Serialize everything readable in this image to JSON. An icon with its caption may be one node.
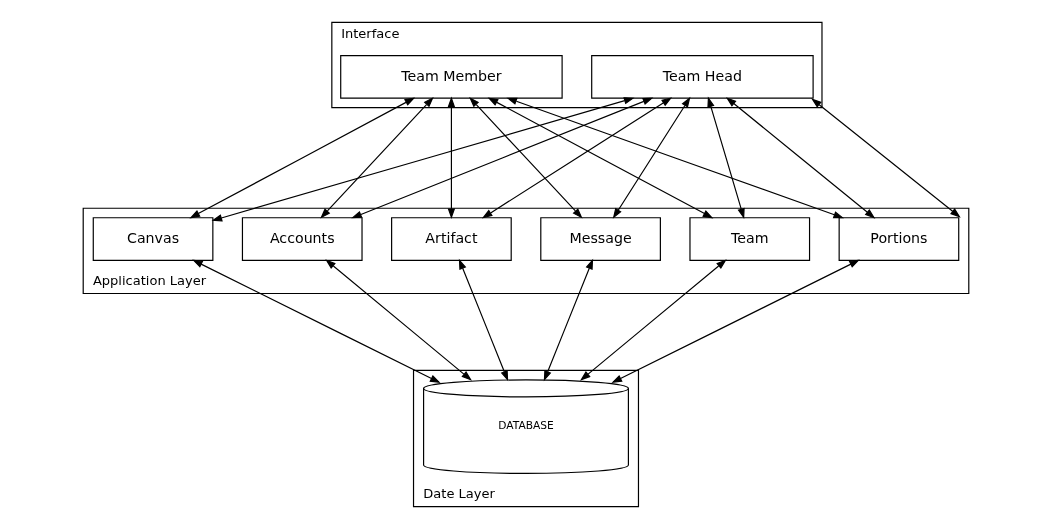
{
  "diagram": {
    "nodes": [
      {
        "text": [
          "Interface"
        ]
      },
      {
        "text": [
          "Team Head"
        ],
        "in": 0
      },
      {
        "text": [
          "Team Member"
        ],
        "in": 0
      },
      {
        "text": [
          "Application Layer"
        ]
      },
      {
        "text": [
          "Accounts"
        ],
        "in": 3
      },
      {
        "text": [
          "Team"
        ],
        "in": 3
      },
      {
        "text": [
          "Canvas"
        ],
        "in": 3
      },
      {
        "text": [
          "Portions"
        ],
        "in": 3
      },
      {
        "text": [
          "Artifact"
        ],
        "in": 3
      },
      {
        "text": [
          "Message"
        ],
        "in": 3
      },
      {
        "text": [
          "Date Layer"
        ]
      },
      {
        "text": [
          "DATABASE"
        ],
        "in": 10
      }
    ],
    "edges": [
      {
        "from": 1,
        "to": 4,
        "arrow": "both"
      },
      {
        "from": 1,
        "to": 5,
        "arrow": "both"
      },
      {
        "from": 1,
        "to": 6,
        "arrow": "both"
      },
      {
        "from": 1,
        "to": 7,
        "arrow": "both"
      },
      {
        "from": 1,
        "to": 7,
        "arrow": "both"
      },
      {
        "from": 1,
        "to": 8,
        "arrow": "both"
      },
      {
        "from": 1,
        "to": 9,
        "arrow": "both"
      },
      {
        "from": 2,
        "to": 4,
        "arrow": "both"
      },
      {
        "from": 2,
        "to": 5,
        "arrow": "both"
      },
      {
        "from": 2,
        "to": 6,
        "arrow": "both"
      },
      {
        "from": 2,
        "to": 7,
        "arrow": "both"
      },
      {
        "from": 2,
        "to": 8,
        "arrow": "both"
      },
      {
        "from": 2,
        "to": 9,
        "arrow": "both"
      },
      {
        "from": 4,
        "to": 11,
        "arrow": "both"
      },
      {
        "from": 5,
        "to": 11,
        "arrow": "both"
      },
      {
        "from": 6,
        "to": 11,
        "arrow": "both"
      },
      {
        "from": 7,
        "to": 11,
        "arrow": "both"
      },
      {
        "from": 8,
        "to": 11,
        "arrow": "both"
      },
      {
        "from": 9,
        "to": 11,
        "arrow": "both"
      }
    ]
  }
}
